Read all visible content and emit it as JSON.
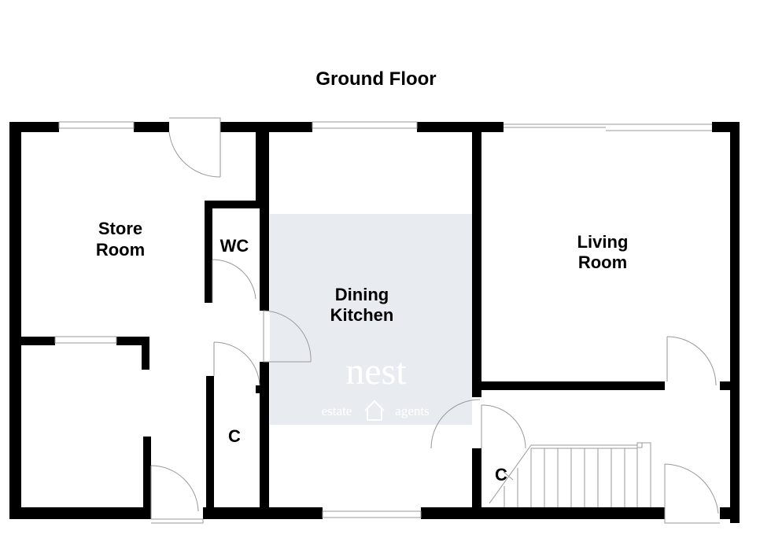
{
  "title": "Ground Floor",
  "rooms": {
    "store_room": [
      "Store",
      "Room"
    ],
    "wc": "WC",
    "dining_kitchen": [
      "Dining",
      "Kitchen"
    ],
    "living_room": [
      "Living",
      "Room"
    ],
    "cupboard_left": "C",
    "cupboard_stairs": "C"
  },
  "watermark": {
    "brand": "nest",
    "tagline_left": "estate",
    "tagline_right": "agents"
  },
  "colors": {
    "wall": "#000000",
    "highlight": "#e8ecf1",
    "line": "#999999"
  }
}
